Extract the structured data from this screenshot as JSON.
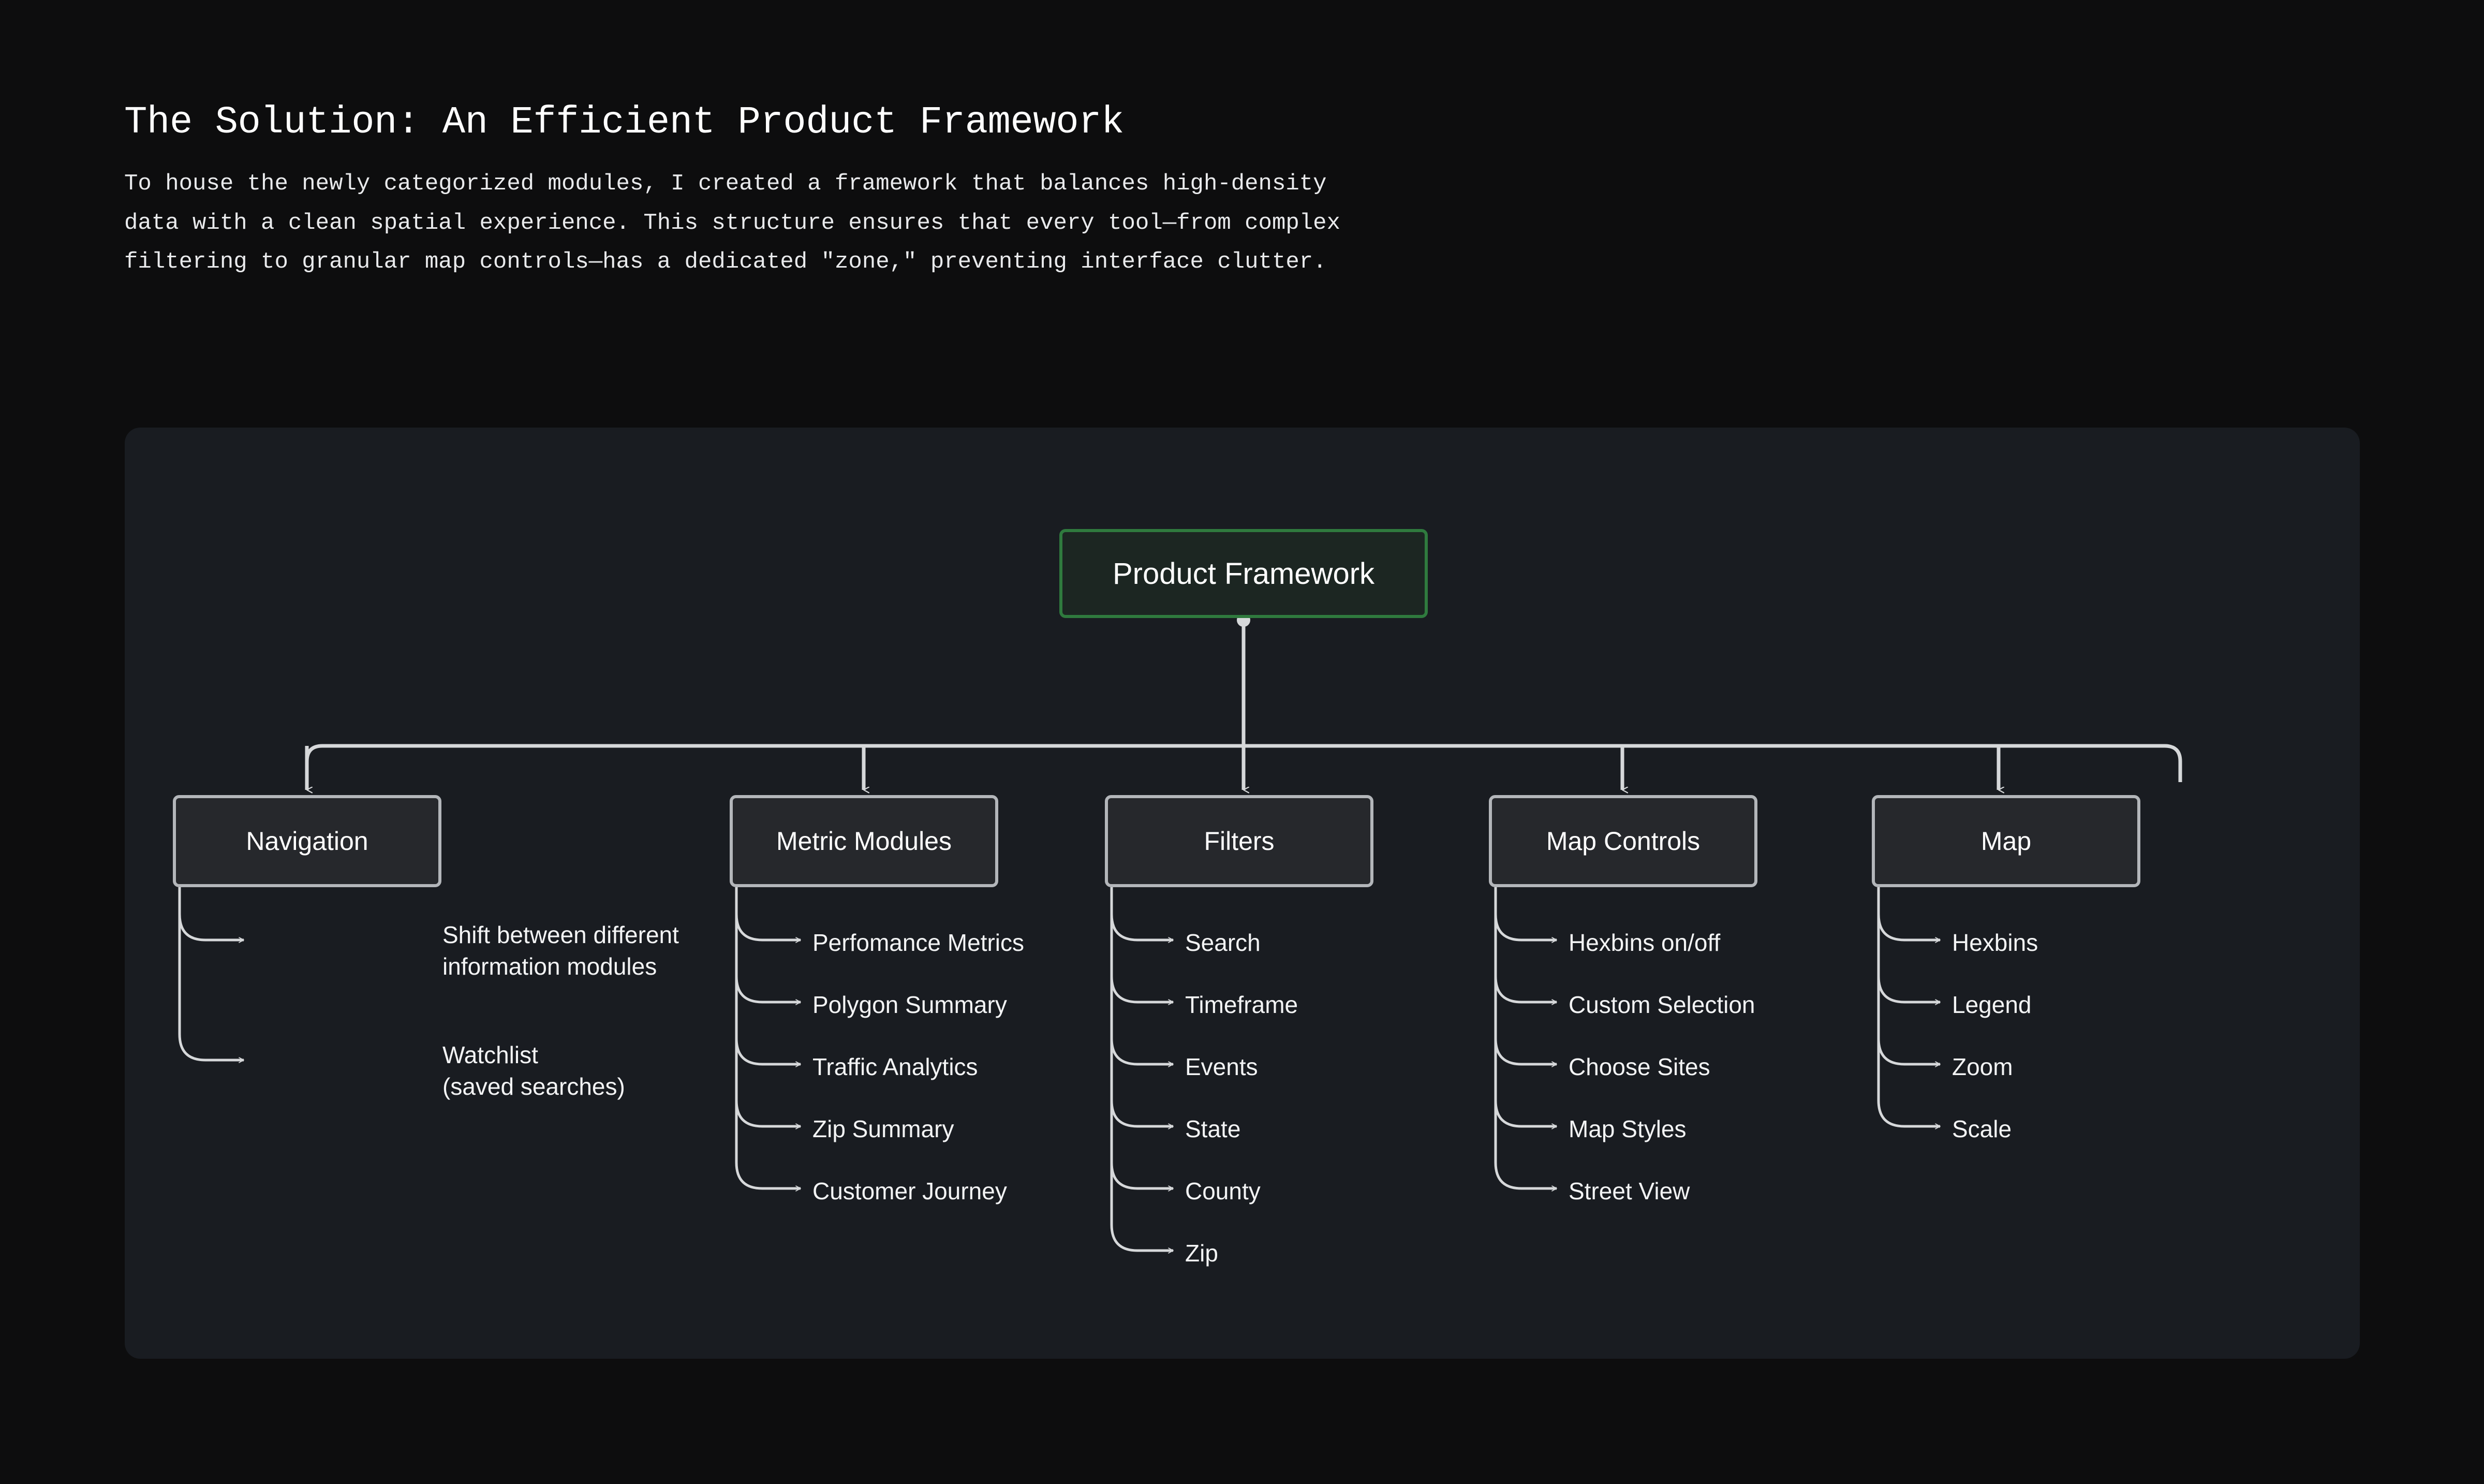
{
  "header": {
    "title": "The Solution: An Efficient Product Framework",
    "body": "To house the newly categorized modules, I created a framework that balances high-density data with a clean spatial experience. This structure ensures that every tool—from complex filtering to granular map controls—has a dedicated \"zone,\" preventing interface clutter."
  },
  "colors": {
    "page_background": "#0d0d0e",
    "panel_background": "#191c21",
    "root_accent": "#2f7a3e",
    "root_fill": "#1c2622",
    "node_border": "#b3b6ba",
    "node_fill": "#26282c",
    "connector": "#d6d8da",
    "text": "#ffffff"
  },
  "diagram": {
    "type": "tree",
    "root": {
      "label": "Product Framework"
    },
    "categories": [
      {
        "label": "Navigation",
        "items": [
          "Shift between different\ninformation modules",
          "Watchlist\n(saved searches)"
        ]
      },
      {
        "label": "Metric Modules",
        "items": [
          "Perfomance Metrics",
          "Polygon Summary",
          "Traffic Analytics",
          "Zip Summary",
          "Customer Journey"
        ]
      },
      {
        "label": "Filters",
        "items": [
          "Search",
          "Timeframe",
          "Events",
          "State",
          "County",
          "Zip"
        ]
      },
      {
        "label": "Map Controls",
        "items": [
          "Hexbins on/off",
          "Custom Selection",
          "Choose Sites",
          "Map Styles",
          "Street View"
        ]
      },
      {
        "label": "Map",
        "items": [
          "Hexbins",
          "Legend",
          "Zoom",
          "Scale"
        ]
      }
    ]
  }
}
